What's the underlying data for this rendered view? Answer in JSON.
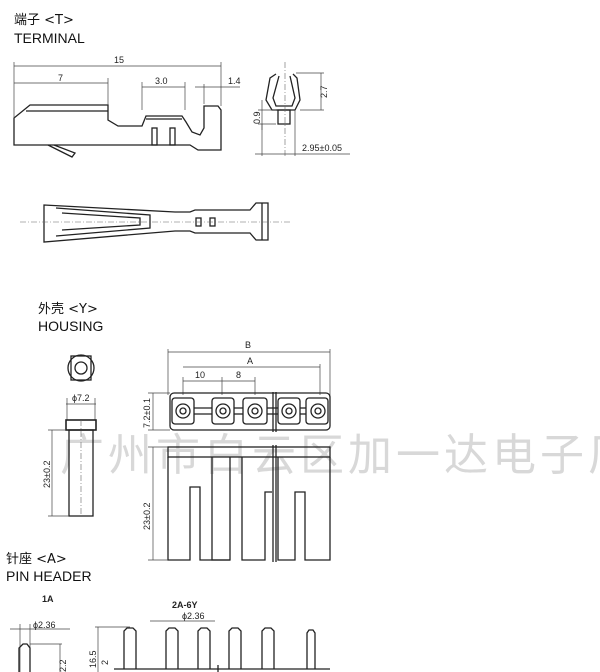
{
  "watermark": "广州市白云区加一达电子厂",
  "terminal": {
    "title_cn": "端子 <T>",
    "title_en": "TERMINAL",
    "dims": {
      "length": "15",
      "front": "7",
      "crimp": "3.0",
      "tip": "1.4",
      "height": "2.7",
      "base": "0.9",
      "width": "2.95±0.05"
    }
  },
  "housing": {
    "title_cn": "外壳 <Y>",
    "title_en": "HOUSING",
    "dims": {
      "diameter": "ϕ7.2",
      "length": "23±0.2",
      "B": "B",
      "A": "A",
      "pitch1": "10",
      "pitch2": "8",
      "height": "7.2±0.1",
      "length2": "23±0.2"
    }
  },
  "pin_header": {
    "title_cn": "针座 <A>",
    "title_en": "PIN HEADER",
    "variant1": "1A",
    "variant2": "2A-6Y",
    "dims": {
      "diameter1": "ϕ2.36",
      "diameter2": "ϕ2.36",
      "h1": "2.2",
      "h2": "16.5",
      "h3": "2"
    }
  }
}
